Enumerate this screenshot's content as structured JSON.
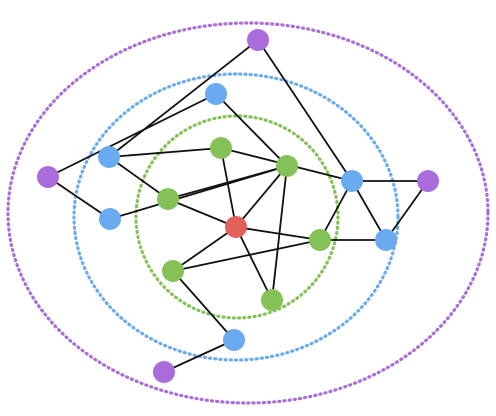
{
  "colors": {
    "center": "#e0605a",
    "ring_inner": "#84c157",
    "ring_middle": "#6aaaf0",
    "ring_outer": "#a96cda",
    "edge": "#111111"
  },
  "rings": [
    {
      "id": "outer",
      "color": "#a96cda"
    },
    {
      "id": "middle",
      "color": "#6aaaf0"
    },
    {
      "id": "inner",
      "color": "#84c157"
    }
  ],
  "nodes": [
    {
      "id": "c",
      "group": "center"
    },
    {
      "id": "g1",
      "group": "ring_inner"
    },
    {
      "id": "g2",
      "group": "ring_inner"
    },
    {
      "id": "g3",
      "group": "ring_inner"
    },
    {
      "id": "g4",
      "group": "ring_inner"
    },
    {
      "id": "g5",
      "group": "ring_inner"
    },
    {
      "id": "g6",
      "group": "ring_inner"
    },
    {
      "id": "b1",
      "group": "ring_middle"
    },
    {
      "id": "b2",
      "group": "ring_middle"
    },
    {
      "id": "b3",
      "group": "ring_middle"
    },
    {
      "id": "b4",
      "group": "ring_middle"
    },
    {
      "id": "b5",
      "group": "ring_middle"
    },
    {
      "id": "b6",
      "group": "ring_middle"
    },
    {
      "id": "p1",
      "group": "ring_outer"
    },
    {
      "id": "p2",
      "group": "ring_outer"
    },
    {
      "id": "p3",
      "group": "ring_outer"
    },
    {
      "id": "p4",
      "group": "ring_outer"
    }
  ],
  "edges": [
    [
      "c",
      "g1"
    ],
    [
      "c",
      "g2"
    ],
    [
      "c",
      "g3"
    ],
    [
      "c",
      "g4"
    ],
    [
      "c",
      "g5"
    ],
    [
      "c",
      "g6"
    ],
    [
      "g1",
      "b1"
    ],
    [
      "g2",
      "b2"
    ],
    [
      "g2",
      "b3"
    ],
    [
      "g2",
      "g1"
    ],
    [
      "g4",
      "b4"
    ],
    [
      "g4",
      "b5"
    ],
    [
      "g6",
      "b6"
    ],
    [
      "g6",
      "g4"
    ],
    [
      "g5",
      "g2"
    ],
    [
      "b5",
      "b4"
    ],
    [
      "b1",
      "p1"
    ],
    [
      "b2",
      "p2"
    ],
    [
      "b3",
      "p2"
    ],
    [
      "b4",
      "p3"
    ],
    [
      "b5",
      "p3"
    ],
    [
      "b6",
      "p4"
    ],
    [
      "b1",
      "g3"
    ],
    [
      "g3",
      "b4"
    ],
    [
      "p1",
      "b4"
    ]
  ]
}
